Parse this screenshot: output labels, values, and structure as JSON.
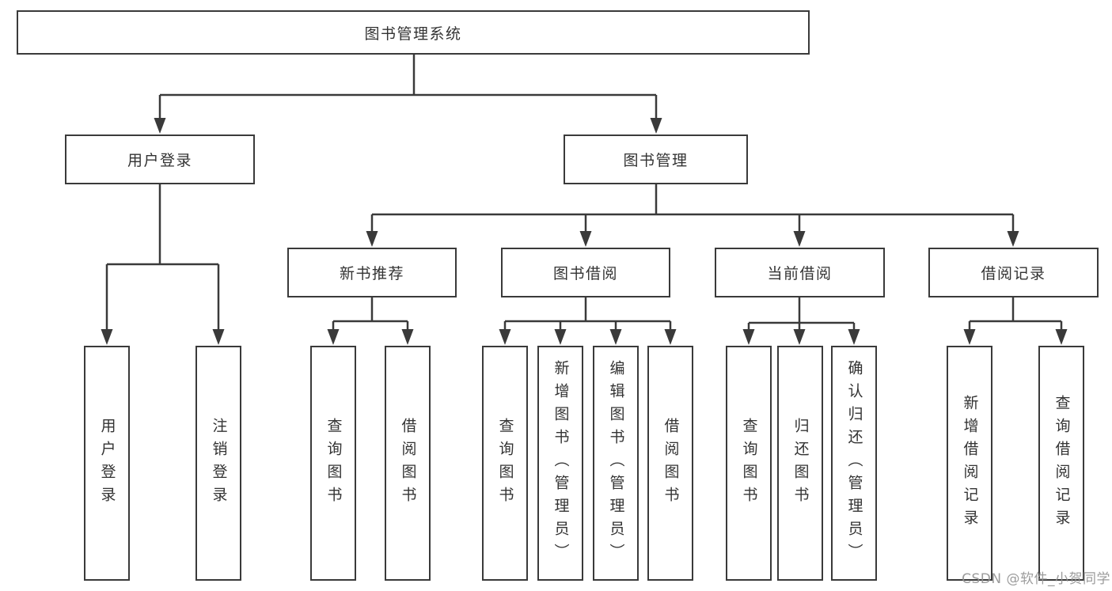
{
  "colors": {
    "line": "#3a3a3a",
    "box_border": "#3a3a3a",
    "text": "#333333",
    "background": "#ffffff",
    "watermark": "#949494"
  },
  "tree": {
    "root": {
      "label": "图书管理系统"
    },
    "branches": [
      {
        "label": "用户登录",
        "children": [
          {
            "label": "用户登录"
          },
          {
            "label": "注销登录"
          }
        ]
      },
      {
        "label": "图书管理",
        "children": [
          {
            "label": "新书推荐",
            "children": [
              {
                "label": "查询图书"
              },
              {
                "label": "借阅图书"
              }
            ]
          },
          {
            "label": "图书借阅",
            "children": [
              {
                "label": "查询图书"
              },
              {
                "label": "新增图书（管理员）"
              },
              {
                "label": "编辑图书（管理员）"
              },
              {
                "label": "借阅图书"
              }
            ]
          },
          {
            "label": "当前借阅",
            "children": [
              {
                "label": "查询图书"
              },
              {
                "label": "归还图书"
              },
              {
                "label": "确认归还（管理员）"
              }
            ]
          },
          {
            "label": "借阅记录",
            "children": [
              {
                "label": "新增借阅记录"
              },
              {
                "label": "查询借阅记录"
              }
            ]
          }
        ]
      }
    ]
  },
  "watermark": {
    "text": "CSDN @软件_小贺同学"
  }
}
